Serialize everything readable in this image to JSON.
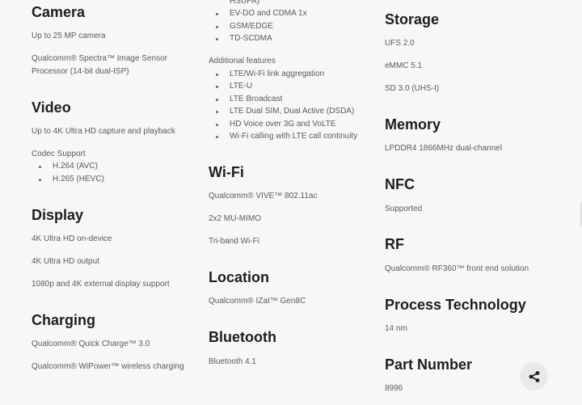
{
  "col1": {
    "camera": {
      "title": "Camera",
      "items": [
        "Up to 25 MP camera",
        "Qualcomm® Spectra™ Image Sensor",
        "Processor (14-bit dual-ISP)"
      ]
    },
    "video": {
      "title": "Video",
      "items": [
        "Up to 4K Ultra HD capture and playback",
        "Codec Support"
      ],
      "bullets": [
        "H.264 (AVC)",
        "H.265 (HEVC)"
      ]
    },
    "display": {
      "title": "Display",
      "items": [
        "4K Ultra HD on-device",
        "4K Ultra HD output",
        "1080p and 4K external display support"
      ]
    },
    "charging": {
      "title": "Charging",
      "items": [
        "Qualcomm® Quick Charge™ 3.0",
        "Qualcomm® WiPower™ wireless charging"
      ]
    }
  },
  "col2": {
    "cellular": {
      "partial": "HSUPA)",
      "bullets": [
        "EV-DO and CDMA 1x",
        "GSM/EDGE",
        "TD-SCDMA"
      ],
      "additional_label": "Additional features",
      "additional": [
        "LTE/Wi-Fi link aggregation",
        "LTE-U",
        "LTE Broadcast",
        "LTE Dual SIM, Dual Active (DSDA)",
        "HD Voice over 3G and VoLTE",
        "Wi-Fi calling with LTE call continuity"
      ]
    },
    "wifi": {
      "title": "Wi-Fi",
      "items": [
        "Qualcomm® VIVE™ 802.11ac",
        "2x2 MU-MIMO",
        "Tri-band Wi-Fi"
      ]
    },
    "location": {
      "title": "Location",
      "items": [
        "Qualcomm® IZat™ Gen8C"
      ]
    },
    "bluetooth": {
      "title": "Bluetooth",
      "items": [
        "Bluetooth 4.1"
      ]
    }
  },
  "col3": {
    "storage": {
      "title": "Storage",
      "items": [
        "UFS 2.0",
        "eMMC 5.1",
        "SD 3.0 (UHS-I)"
      ]
    },
    "memory": {
      "title": "Memory",
      "items": [
        "LPDDR4 1866MHz dual-channel"
      ]
    },
    "nfc": {
      "title": "NFC",
      "items": [
        "Supported"
      ]
    },
    "rf": {
      "title": "RF",
      "items": [
        "Qualcomm® RF360™ front end solution"
      ]
    },
    "process": {
      "title": "Process Technology",
      "items": [
        "14 nm"
      ]
    },
    "part": {
      "title": "Part Number",
      "items": [
        "8996"
      ]
    }
  }
}
